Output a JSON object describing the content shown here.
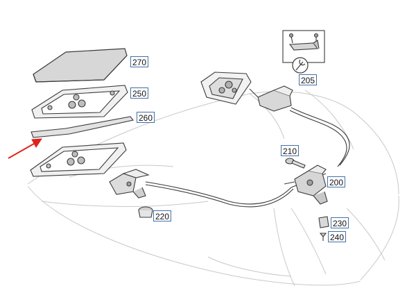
{
  "diagram": {
    "line_color": "#3a3a3a",
    "ghost_line_color": "#c8c8c8",
    "callout_border_color": "#3f6fa8",
    "arrow_color": "#e0231c",
    "callouts": {
      "c270": "270",
      "c250": "250",
      "c260": "260",
      "c205": "205",
      "c210": "210",
      "c200": "200",
      "c220": "220",
      "c230": "230",
      "c240": "240"
    },
    "icons": [
      "wrench-icon",
      "highlight-arrow"
    ]
  }
}
